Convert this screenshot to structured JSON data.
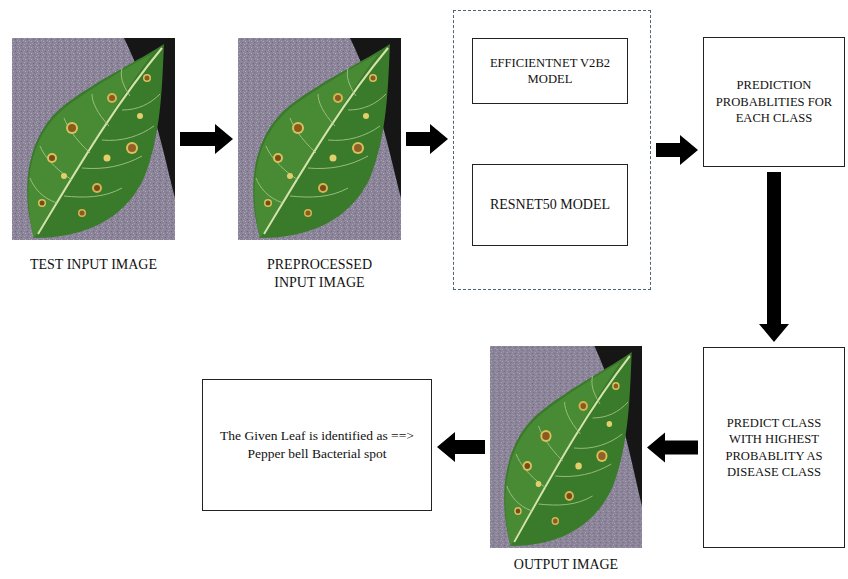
{
  "diagram": {
    "nodes": [
      {
        "text": [
          "TEST INPUT IMAGE"
        ]
      },
      {
        "text": [
          "PREPROCESSED INPUT IMAGE"
        ]
      },
      {
        "text": []
      },
      {
        "text": [
          "EFFICIENTNET V2B2 MODEL"
        ],
        "in": 2
      },
      {
        "text": [
          "RESNET50 MODEL"
        ],
        "in": 2
      },
      {
        "text": [
          "PREDICTION PROBABLITIES FOR EACH CLASS"
        ]
      },
      {
        "text": [
          "PREDICT CLASS WITH HIGHEST PROBABLITY AS DISEASE CLASS"
        ]
      },
      {
        "text": [
          "OUTPUT IMAGE"
        ]
      },
      {
        "text": [
          "The Given Leaf is identified as ==> Pepper bell Bacterial spot"
        ]
      }
    ],
    "edges": [
      {
        "from": 0,
        "to": 1,
        "arrow": "to"
      },
      {
        "from": 1,
        "to": 2,
        "arrow": "to"
      },
      {
        "from": 2,
        "to": 5,
        "arrow": "to"
      },
      {
        "from": 5,
        "to": 6,
        "arrow": "to"
      },
      {
        "from": 6,
        "to": 7,
        "arrow": "to"
      },
      {
        "from": 7,
        "to": 8,
        "arrow": "to"
      }
    ]
  }
}
